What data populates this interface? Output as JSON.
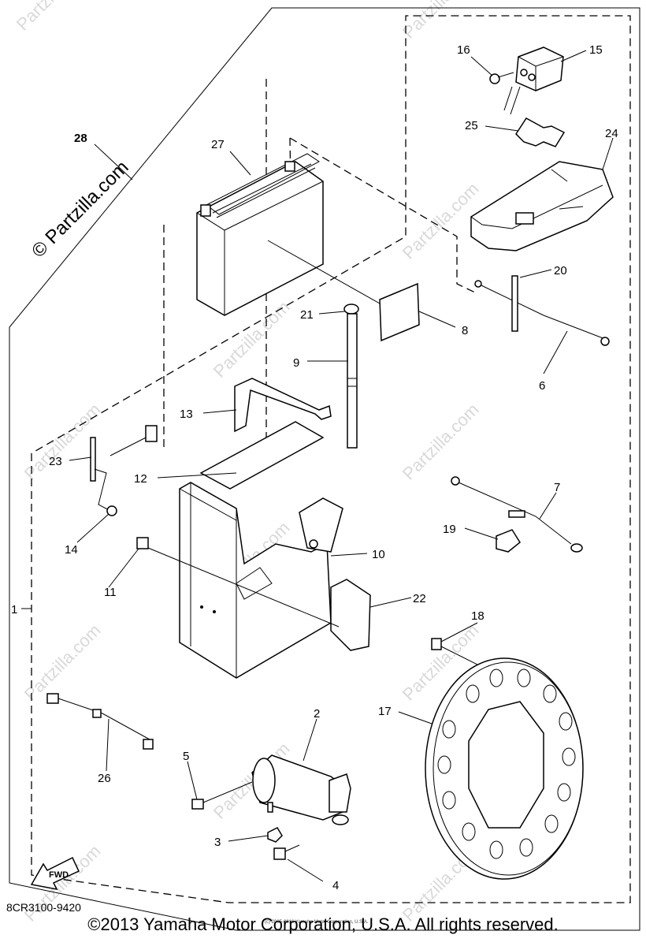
{
  "watermark": {
    "brand": "Partzilla.com",
    "big": "© Partzilla.com"
  },
  "diagram_code": "8CR3100-9420",
  "footer": {
    "copyright": "©2013 Yamaha Motor Corporation, U.S.A. All rights reserved.",
    "small_print": "(c) 2005-2016 Yamaha Motor Corporation, U.S.A."
  },
  "fwd_label": "FWD",
  "callouts": [
    "1",
    "2",
    "3",
    "4",
    "5",
    "6",
    "7",
    "8",
    "9",
    "10",
    "11",
    "12",
    "13",
    "14",
    "15",
    "16",
    "17",
    "18",
    "19",
    "20",
    "21",
    "22",
    "23",
    "24",
    "25",
    "26",
    "27",
    "28"
  ]
}
